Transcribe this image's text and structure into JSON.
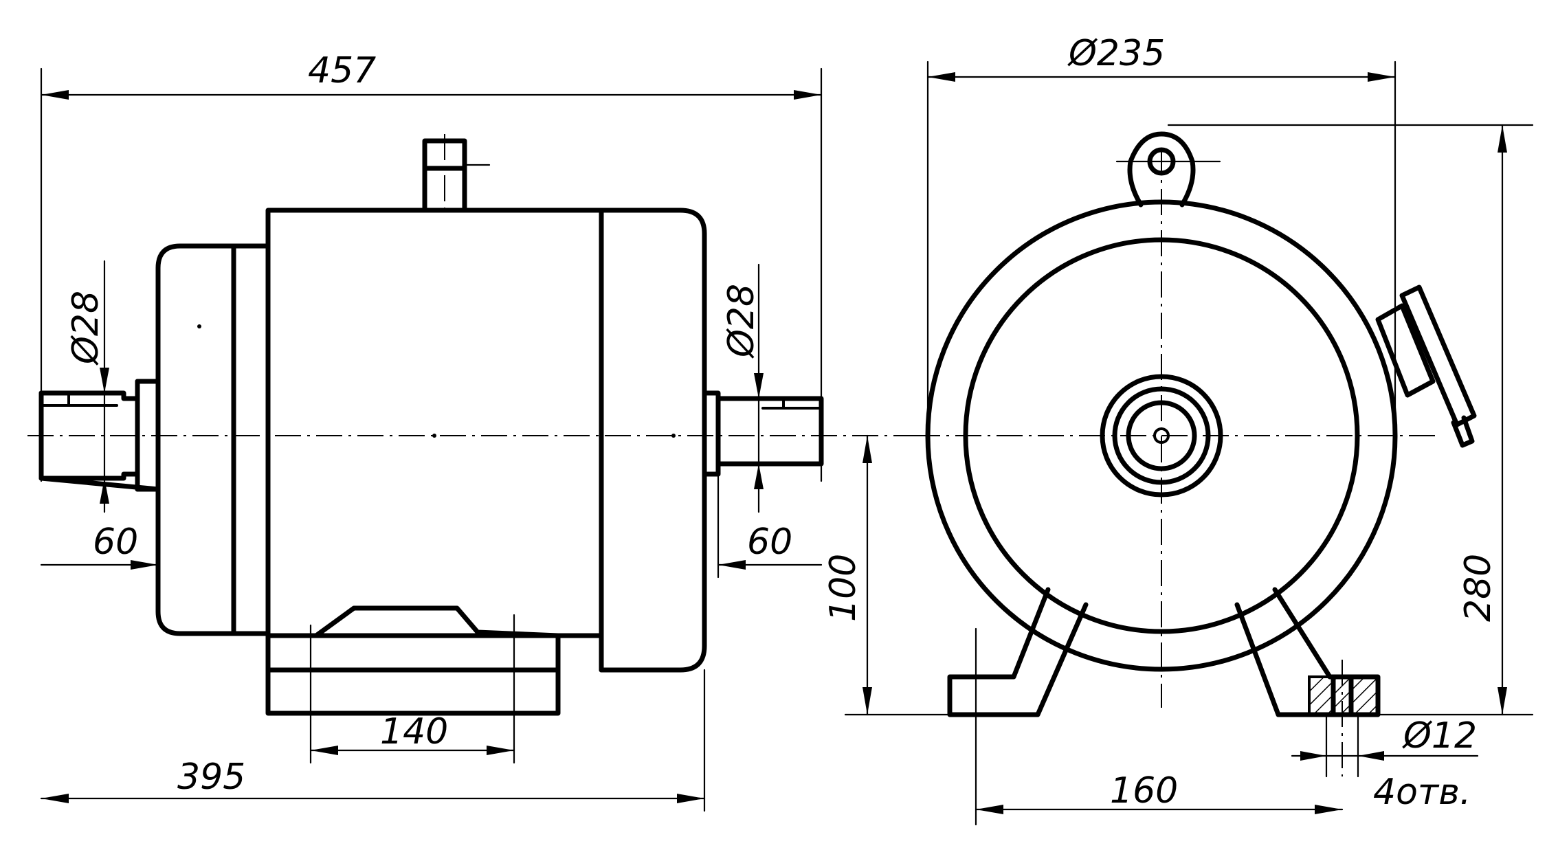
{
  "dimensions": {
    "overall_length": "457",
    "housing_diameter": "Ø235",
    "shaft_diameter_left": "Ø28",
    "shaft_diameter_right": "Ø28",
    "shaft_extension_left": "60",
    "shaft_extension_right": "60",
    "shaft_height": "100",
    "overall_height": "280",
    "foot_hole_spacing": "140",
    "length_to_fan_cover": "395",
    "foot_width_spacing": "160",
    "mounting_hole_diameter": "Ø12",
    "mounting_hole_count": "4отв."
  }
}
